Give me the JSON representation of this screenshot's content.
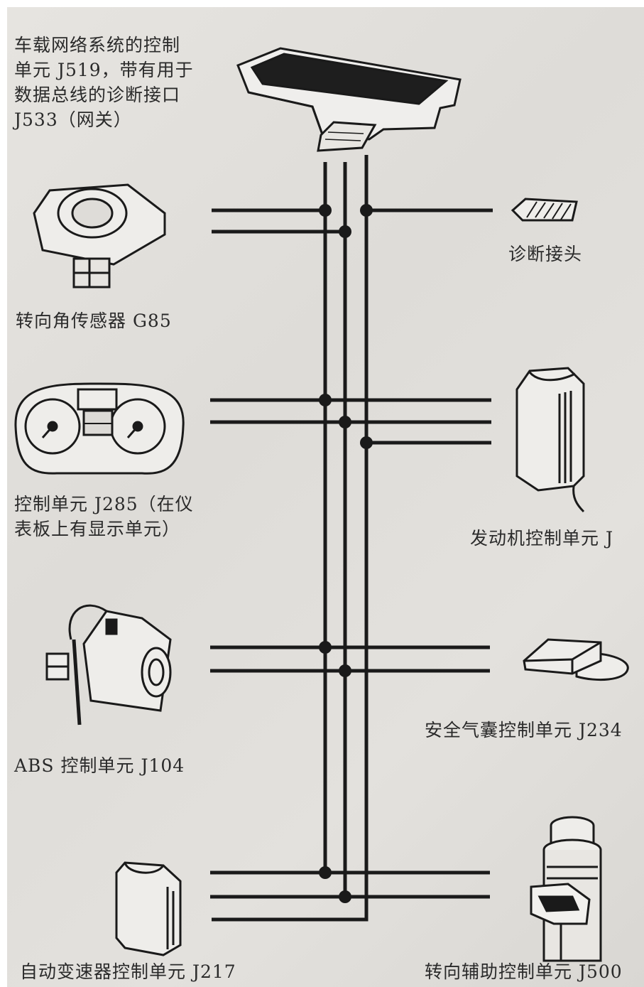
{
  "components": {
    "gateway": {
      "lines": [
        "车载网络系统的控制",
        "单元 J519，带有用于",
        "数据总线的诊断接口",
        "J533（网关）"
      ]
    },
    "steering_angle_sensor": {
      "label": "转向角传感器 G85"
    },
    "diagnostic_connector": {
      "label": "诊断接头"
    },
    "instrument_cluster": {
      "lines": [
        "控制单元 J285（在仪",
        "表板上有显示单元）"
      ]
    },
    "engine_control": {
      "label": "发动机控制单元 J"
    },
    "abs_control": {
      "label": "ABS 控制单元 J104"
    },
    "airbag_control": {
      "label": "安全气囊控制单元 J234"
    },
    "transmission_control": {
      "label": "自动变速器控制单元 J217"
    },
    "steering_assist_control": {
      "label": "转向辅助控制单元 J500"
    }
  },
  "colors": {
    "bus_line": "#1a1a1a",
    "paper": "#e2e0dc",
    "text": "#2a2a2a"
  }
}
